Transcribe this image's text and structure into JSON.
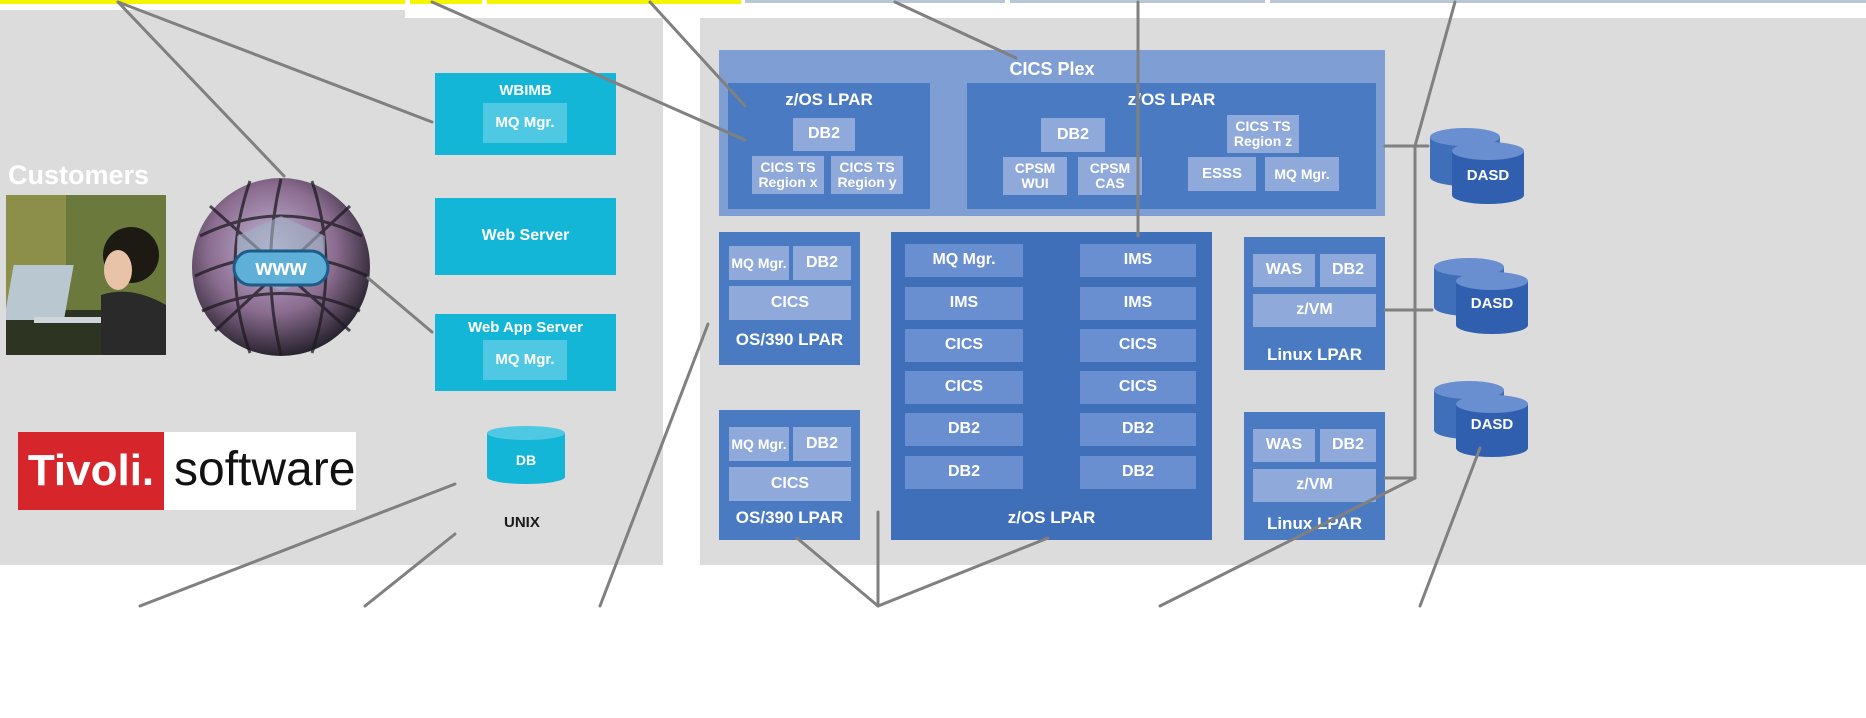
{
  "left": {
    "customers_label": "Customers",
    "www_label": "www",
    "wbimb": {
      "title": "WBIMB",
      "inner": "MQ Mgr."
    },
    "web_server": "Web Server",
    "web_app_server": {
      "title": "Web App Server",
      "inner": "MQ Mgr."
    },
    "db_label": "DB",
    "unix_label": "UNIX",
    "logo": {
      "brand": "Tivoli.",
      "text": "software"
    }
  },
  "plex": {
    "title": "CICS Plex",
    "lpar_left": {
      "title": "z/OS LPAR",
      "db2": "DB2",
      "region_x": "CICS TS\nRegion x",
      "region_y": "CICS TS\nRegion y"
    },
    "lpar_right": {
      "title": "z/OS LPAR",
      "db2": "DB2",
      "cpsm_wui": "CPSM\nWUI",
      "cpsm_cas": "CPSM\nCAS",
      "cics_ts_z": "CICS TS\nRegion z",
      "esss": "ESSS",
      "mq": "MQ Mgr."
    }
  },
  "os390_top": {
    "mq": "MQ Mgr.",
    "db2": "DB2",
    "cics": "CICS",
    "title": "OS/390 LPAR"
  },
  "os390_bottom": {
    "mq": "MQ Mgr.",
    "db2": "DB2",
    "cics": "CICS",
    "title": "OS/390 LPAR"
  },
  "zos_center": {
    "title": "z/OS LPAR",
    "left_col": [
      "MQ Mgr.",
      "IMS",
      "CICS",
      "CICS",
      "DB2",
      "DB2"
    ],
    "right_col": [
      "IMS",
      "IMS",
      "CICS",
      "CICS",
      "DB2",
      "DB2"
    ]
  },
  "linux_top": {
    "was": "WAS",
    "db2": "DB2",
    "zvm": "z/VM",
    "title": "Linux LPAR"
  },
  "linux_bottom": {
    "was": "WAS",
    "db2": "DB2",
    "zvm": "z/VM",
    "title": "Linux LPAR"
  },
  "dasd": [
    "DASD",
    "DASD",
    "DASD"
  ],
  "colors": {
    "panel": "#dcdcdc",
    "cyan": "#14b6d8",
    "blue": "#4a7bc2",
    "tab_yellow": "#f5f500",
    "logo_red": "#d6262b",
    "line": "#808080"
  }
}
